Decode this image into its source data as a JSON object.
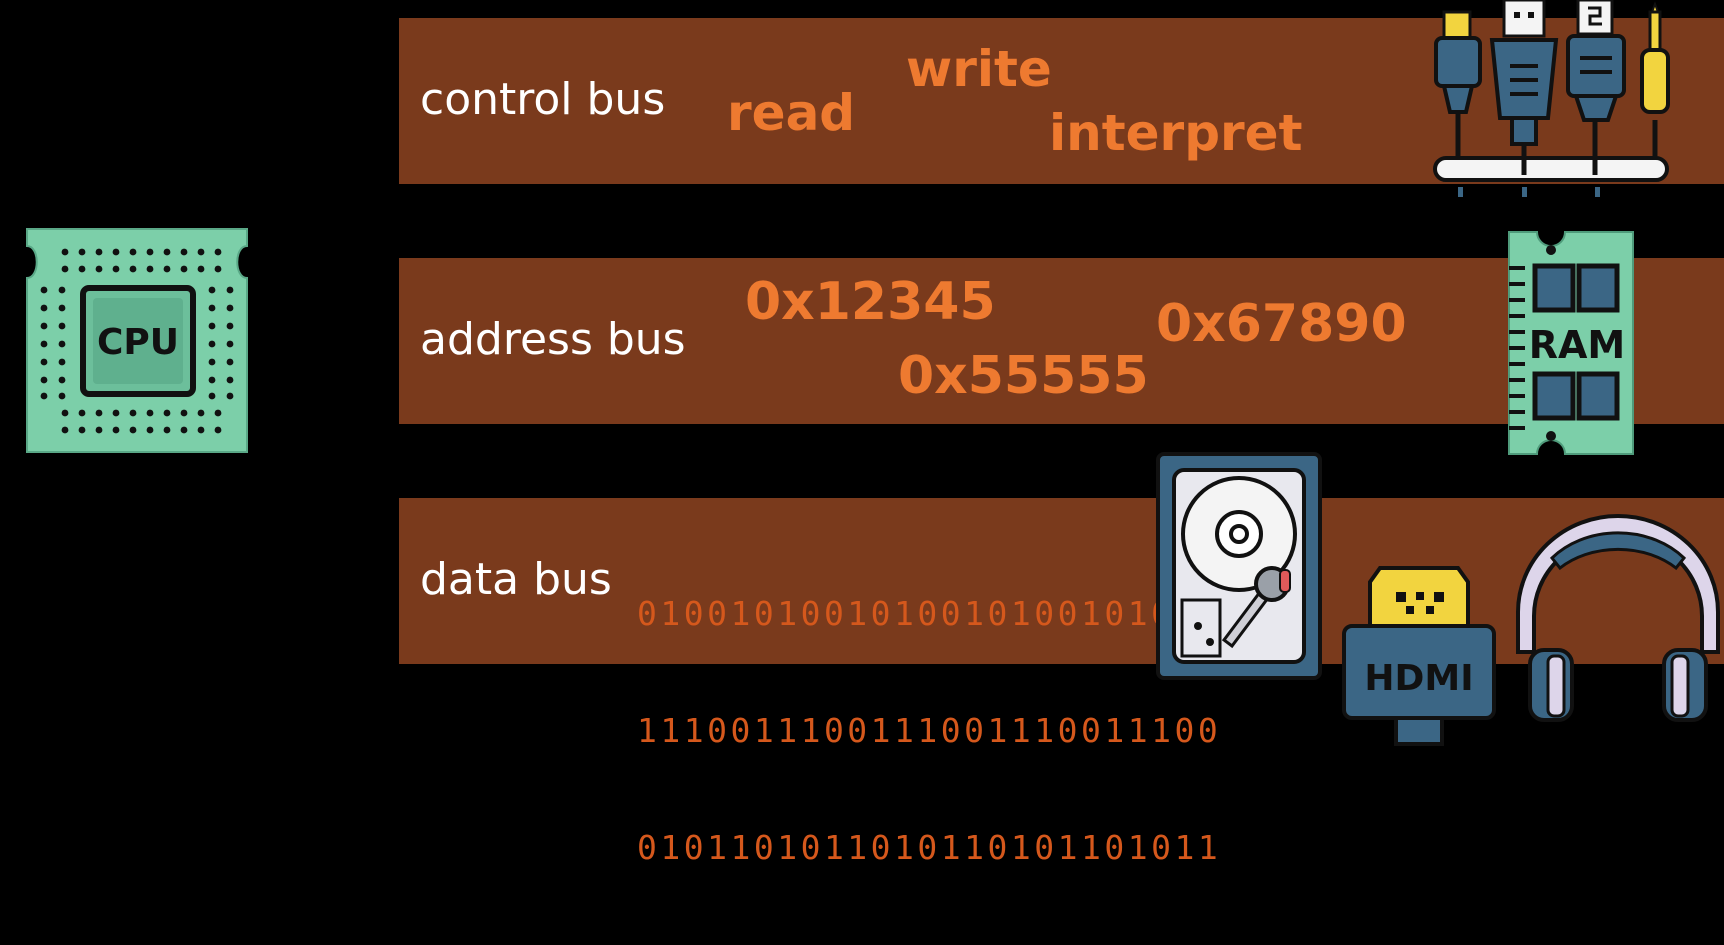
{
  "buses": {
    "control": {
      "label": "control bus",
      "signals": [
        "read",
        "write",
        "interpret"
      ]
    },
    "address": {
      "label": "address bus",
      "addresses": [
        "0x12345",
        "0x55555",
        "0x67890"
      ]
    },
    "data": {
      "label": "data bus",
      "bits": [
        "0100101001010010100101001",
        "1110011100111001110011100",
        "0101101011010110101101011"
      ]
    }
  },
  "components": {
    "cpu": {
      "text": "CPU"
    },
    "ram": {
      "text": "RAM"
    },
    "hdmi": {
      "text": "HDMI"
    }
  },
  "colors": {
    "background": "#000000",
    "bus_fill": "#7a3a1c",
    "signal_text": "#ee7a30",
    "bit_text": "#d5581c",
    "chip_green": "#7ccfa9",
    "cable_blue": "#3b6685",
    "connector_yellow": "#f2d43f"
  }
}
